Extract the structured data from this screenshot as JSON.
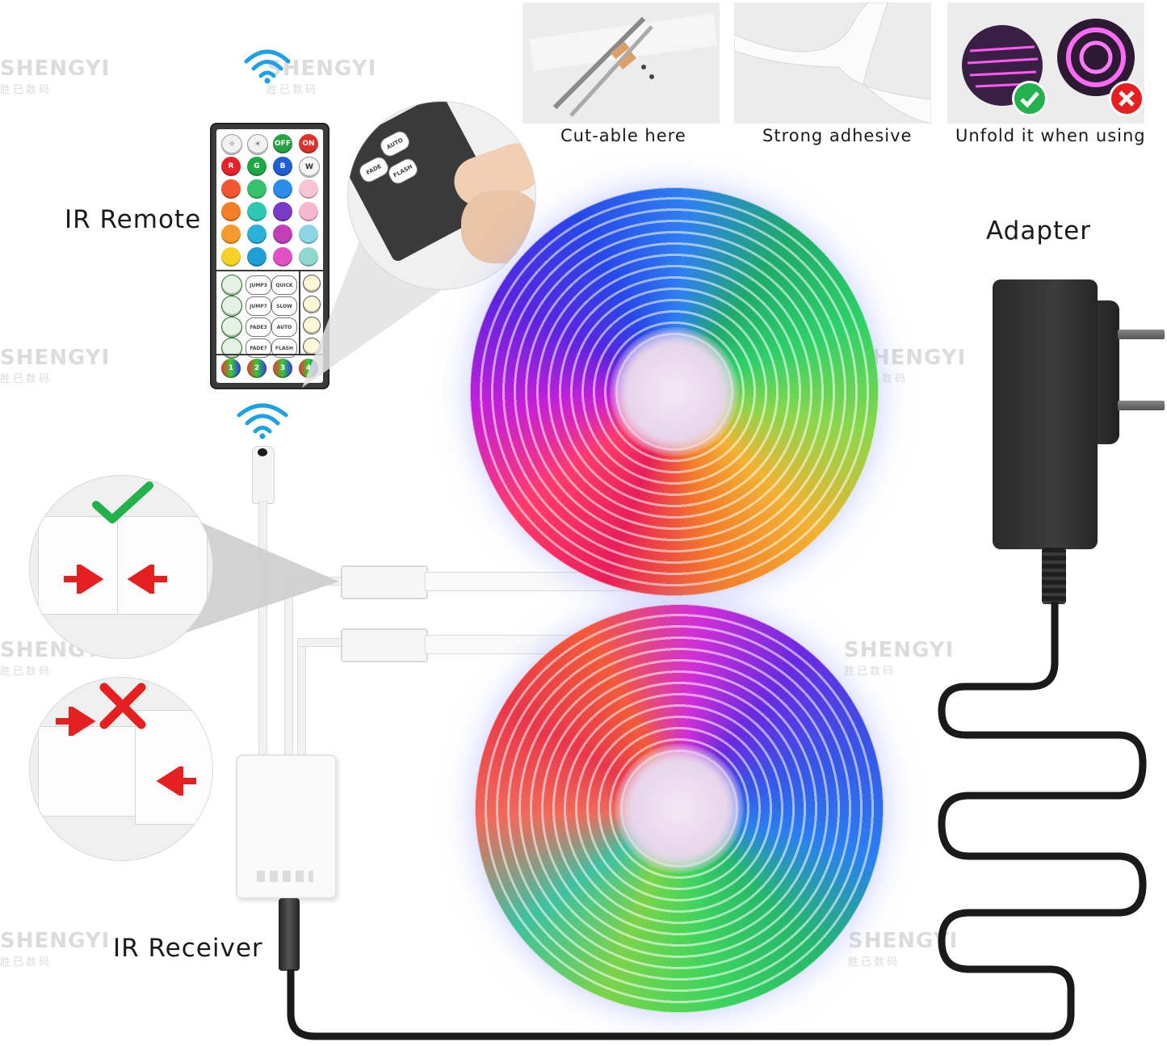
{
  "labels": {
    "ir_remote": "IR Remote",
    "adapter": "Adapter",
    "ir_receiver": "IR Receiver"
  },
  "feature_panels": [
    {
      "caption": "Cut-able here"
    },
    {
      "caption": "Strong adhesive"
    },
    {
      "caption": "Unfold it when using"
    }
  ],
  "watermark": {
    "brand": "SHENGYI",
    "sub": "胜已数码"
  },
  "remote": {
    "top_row": [
      "☼",
      "☀",
      "OFF",
      "ON"
    ],
    "rgbw_row": [
      "R",
      "G",
      "B",
      "W"
    ],
    "mode_buttons": [
      "JUMP3",
      "QUICK",
      "JUMP7",
      "SLOW",
      "FADE3",
      "AUTO",
      "FADE7",
      "FLASH"
    ],
    "diy_buttons": [
      "1",
      "2",
      "3",
      "4"
    ],
    "zoom_buttons": [
      "AUTO",
      "FADE",
      "FLASH"
    ]
  },
  "colors": {
    "wifi": "#1ea0e6",
    "check": "#22b14c",
    "cross": "#e62020",
    "arrow": "#e62020",
    "cable_black": "#1a1a1a"
  }
}
